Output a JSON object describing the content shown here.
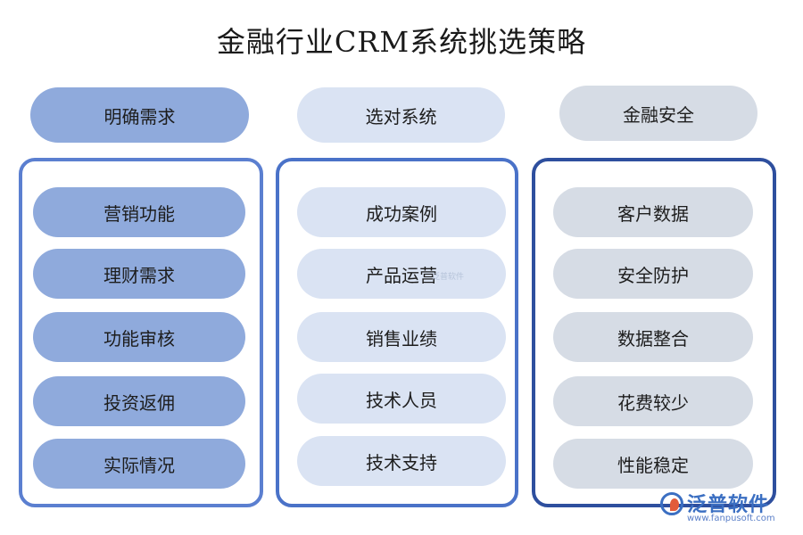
{
  "title": "金融行业CRM系统挑选策略",
  "columns": [
    {
      "header": "明确需求",
      "border_color": "#5b7fd0",
      "items": [
        "营销功能",
        "理财需求",
        "功能审核",
        "投资返佣",
        "实际情况"
      ]
    },
    {
      "header": "选对系统",
      "border_color": "#4a72c8",
      "items": [
        "成功案例",
        "产品运营",
        "销售业绩",
        "技术人员",
        "技术支持"
      ]
    },
    {
      "header": "金融安全",
      "border_color": "#2e4f9e",
      "items": [
        "客户数据",
        "安全防护",
        "数据整合",
        "花费较少",
        "性能稳定"
      ]
    }
  ],
  "watermark": {
    "small": "泛普软件",
    "brand": "泛普软件",
    "url": "www.fanpusoft.com"
  },
  "colors": {
    "col1_fill": "#8faadc",
    "col2_fill": "#dae3f3",
    "col3_fill": "#d6dce5"
  }
}
